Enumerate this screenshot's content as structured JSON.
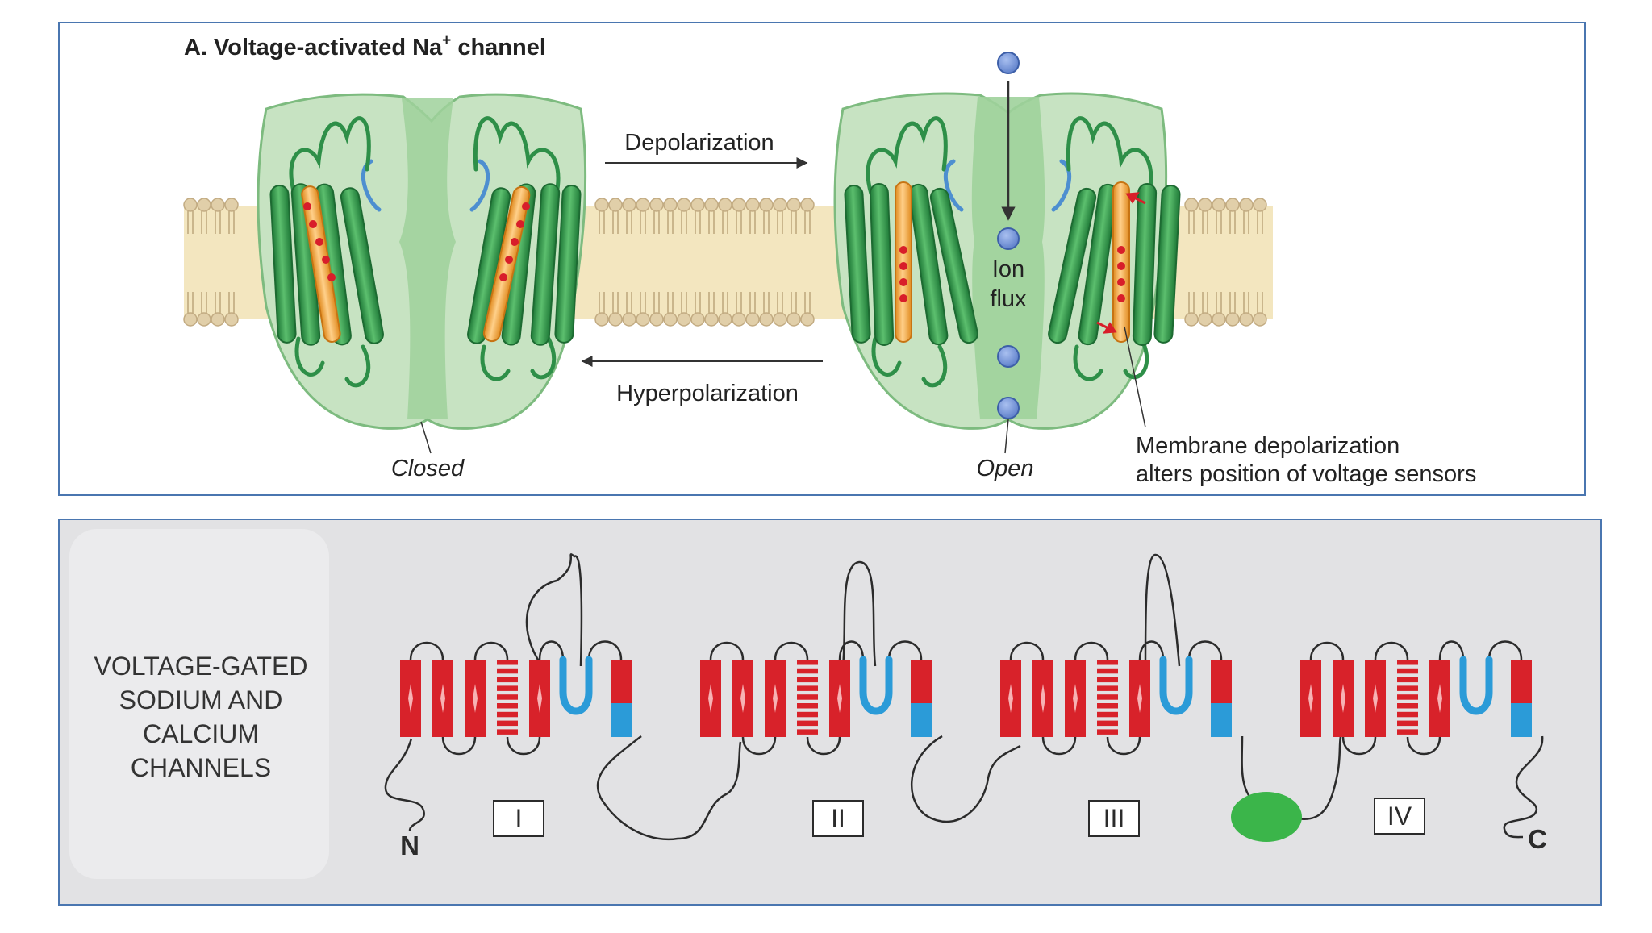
{
  "panel_a": {
    "title_prefix": "A. Voltage-activated Na",
    "title_sup": "+",
    "title_suffix": " channel",
    "depolarization": "Depolarization",
    "hyperpolarization": "Hyperpolarization",
    "ion": "Ion",
    "flux": "flux",
    "closed": "Closed",
    "open": "Open",
    "sensor_line1": "Membrane depolarization",
    "sensor_line2": "alters position of voltage sensors"
  },
  "panel_b": {
    "label_lines": [
      "VOLTAGE-GATED",
      "SODIUM AND",
      "CALCIUM",
      "CHANNELS"
    ],
    "domains": [
      "I",
      "II",
      "III",
      "IV"
    ],
    "n_terminus": "N",
    "c_terminus": "C"
  },
  "colors": {
    "helix_green": "#2e8f48",
    "protein_fill": "#c7e3c2",
    "membrane": "#f3e6bf",
    "lipid_head": "#e1cfa9",
    "sensor_orange": "#f2a33a",
    "charge_red": "#d81e2a",
    "pore_blue": "#4d8fd0",
    "ion_blue": "#6f8fd6",
    "segment_red": "#d8222a",
    "segment_blue": "#2b9bd8",
    "blob_green": "#3bb54a",
    "frame_blue": "#4a76b0",
    "panel_b_bg": "#e2e2e4"
  }
}
